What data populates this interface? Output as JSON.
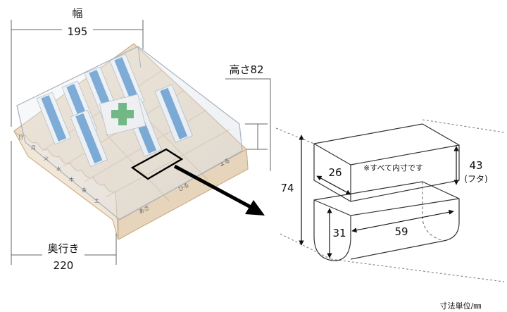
{
  "dims": {
    "width_label": "幅",
    "width_value": "195",
    "height_label": "高さ82",
    "depth_label": "奥行き",
    "depth_value": "220"
  },
  "compartment": {
    "width": "26",
    "note": "※すべて内寸です",
    "lid_value": "43",
    "lid_label": "(フタ)",
    "total_height": "74",
    "inner_height": "31",
    "length": "59"
  },
  "front_tags": [
    "ょる",
    "ひる",
    "あさ"
  ],
  "side_tags": [
    "日",
    "月",
    "火",
    "水",
    "木",
    "金",
    "土"
  ],
  "unit_note": "寸法単位/㎜",
  "colors": {
    "base": "#ecdcc6",
    "base_edge": "#c9ad8c",
    "glass": "#dde5ee",
    "packet_blue": "#3f86c8",
    "cross_green": "#2f9b46"
  }
}
